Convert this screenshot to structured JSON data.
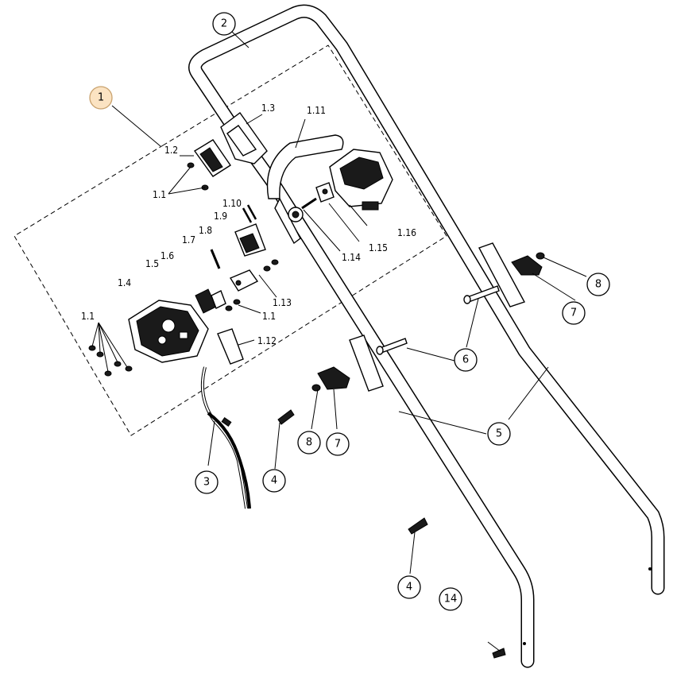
{
  "diagram": {
    "callouts": [
      {
        "id": "c1",
        "label": "1",
        "highlight": true
      },
      {
        "id": "c2",
        "label": "2"
      },
      {
        "id": "c3",
        "label": "3"
      },
      {
        "id": "c4a",
        "label": "4"
      },
      {
        "id": "c4b",
        "label": "4"
      },
      {
        "id": "c5",
        "label": "5"
      },
      {
        "id": "c6",
        "label": "6"
      },
      {
        "id": "c7a",
        "label": "7"
      },
      {
        "id": "c7b",
        "label": "7"
      },
      {
        "id": "c8a",
        "label": "8"
      },
      {
        "id": "c8b",
        "label": "8"
      },
      {
        "id": "c14",
        "label": "14"
      }
    ],
    "sublabels": {
      "s1_1_left": "1.1",
      "s1_1_mid": "1.1",
      "s1_1_top": "1.1",
      "s1_2": "1.2",
      "s1_3": "1.3",
      "s1_4": "1.4",
      "s1_5": "1.5",
      "s1_6": "1.6",
      "s1_7": "1.7",
      "s1_8": "1.8",
      "s1_9": "1.9",
      "s1_10": "1.10",
      "s1_11": "1.11",
      "s1_12": "1.12",
      "s1_13": "1.13",
      "s1_14": "1.14",
      "s1_15": "1.15",
      "s1_16": "1.16"
    },
    "colors": {
      "highlight_fill": "#fbe3c2",
      "line": "#000000"
    }
  }
}
